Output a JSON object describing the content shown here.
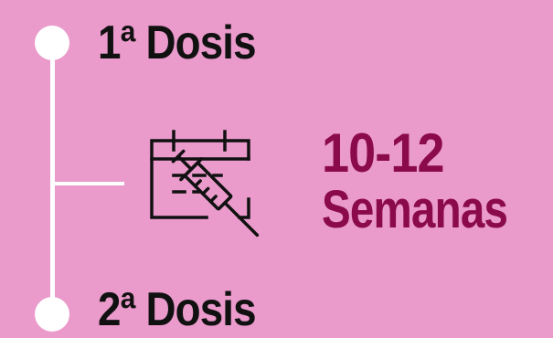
{
  "colors": {
    "background": "#ea9acb",
    "label_text": "#111111",
    "accent_text": "#8b0a4a",
    "line": "#ffffff",
    "icon_stroke": "#111111"
  },
  "timeline": {
    "first_dose": "1ª Dosis",
    "second_dose": "2ª Dosis"
  },
  "interval": {
    "range": "10-12",
    "unit": "Semanas"
  },
  "icons": {
    "calendar": "calendar-syringe-icon"
  }
}
